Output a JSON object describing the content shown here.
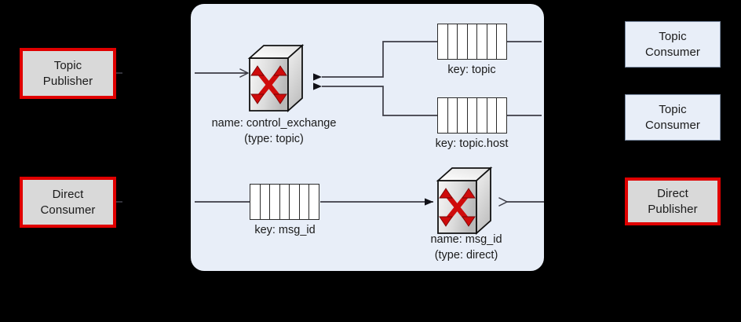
{
  "diagram": {
    "title": "AMQP broker routing diagram",
    "colors": {
      "broker_fill": "#e8eef8",
      "publisher_border": "#e00000",
      "publisher_fill": "#d9d9d9",
      "consumer_fill": "#e8eef8",
      "consumer_border": "#7f8fa6",
      "exchange_arrow": "#d10a0a",
      "line": "#3c3c46",
      "background": "#000000"
    }
  },
  "endpoints": {
    "topic_publisher": {
      "line1": "Topic",
      "line2": "Publisher"
    },
    "direct_consumer": {
      "line1": "Direct",
      "line2": "Consumer"
    },
    "topic_consumer_1": {
      "line1": "Topic",
      "line2": "Consumer"
    },
    "topic_consumer_2": {
      "line1": "Topic",
      "line2": "Consumer"
    },
    "direct_publisher": {
      "line1": "Direct",
      "line2": "Publisher"
    }
  },
  "exchanges": {
    "control_exchange": {
      "name_line": "name: control_exchange",
      "type_line": "(type: topic)",
      "icon": "exchange-cube-icon"
    },
    "msg_id_exchange": {
      "name_line": "name: msg_id",
      "type_line": "(type: direct)",
      "icon": "exchange-cube-icon"
    }
  },
  "queues": {
    "topic": {
      "label": "key: topic",
      "cells": 7
    },
    "topic_host": {
      "label": "key: topic.host",
      "cells": 7
    },
    "msg_id": {
      "label": "key: msg_id",
      "cells": 7
    }
  }
}
